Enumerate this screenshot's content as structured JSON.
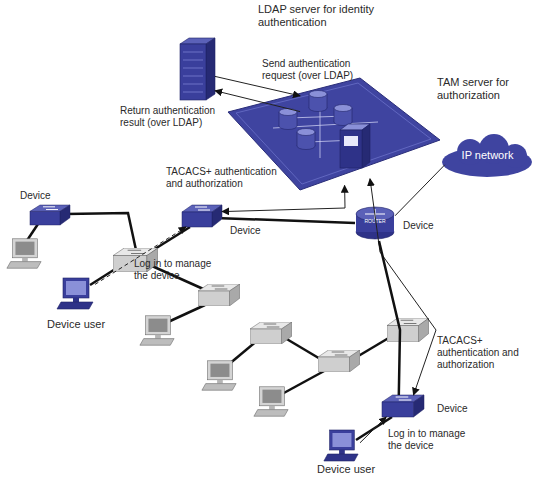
{
  "diagram": {
    "nodes": [
      {
        "text": [
          "LDAP server for identity authentication"
        ]
      },
      {
        "text": [
          "TAM server for authorization"
        ]
      },
      {
        "text": [
          "IP network"
        ]
      },
      {
        "text": [
          "Device"
        ]
      },
      {
        "text": [
          "Device"
        ]
      },
      {
        "text": [
          "Device",
          "ROUTER"
        ]
      },
      {
        "text": [
          "Device user"
        ]
      },
      {
        "text": [
          "Device"
        ]
      },
      {
        "text": [
          "Device user"
        ]
      }
    ],
    "edges": [
      {
        "from": 0,
        "to": 1,
        "label": "Send authentication request (over LDAP)",
        "arrow": "to"
      },
      {
        "from": 1,
        "to": 0,
        "label": "Return authentication result (over LDAP)",
        "arrow": "to"
      },
      {
        "from": 1,
        "to": 4,
        "label": "TACACS+ authentication and authorization",
        "arrow": "both"
      },
      {
        "from": 1,
        "to": 7,
        "label": "TACACS+ authentication and authorization",
        "arrow": "both"
      },
      {
        "from": 6,
        "to": 4,
        "label": "Log in to manage the device",
        "arrow": "to"
      },
      {
        "from": 8,
        "to": 7,
        "label": "Log in to manage the device",
        "arrow": "to"
      },
      {
        "from": 5,
        "to": 2,
        "arrow": "none"
      },
      {
        "from": 4,
        "to": 5,
        "arrow": "none"
      },
      {
        "from": 5,
        "to": 7,
        "arrow": "none"
      }
    ]
  }
}
